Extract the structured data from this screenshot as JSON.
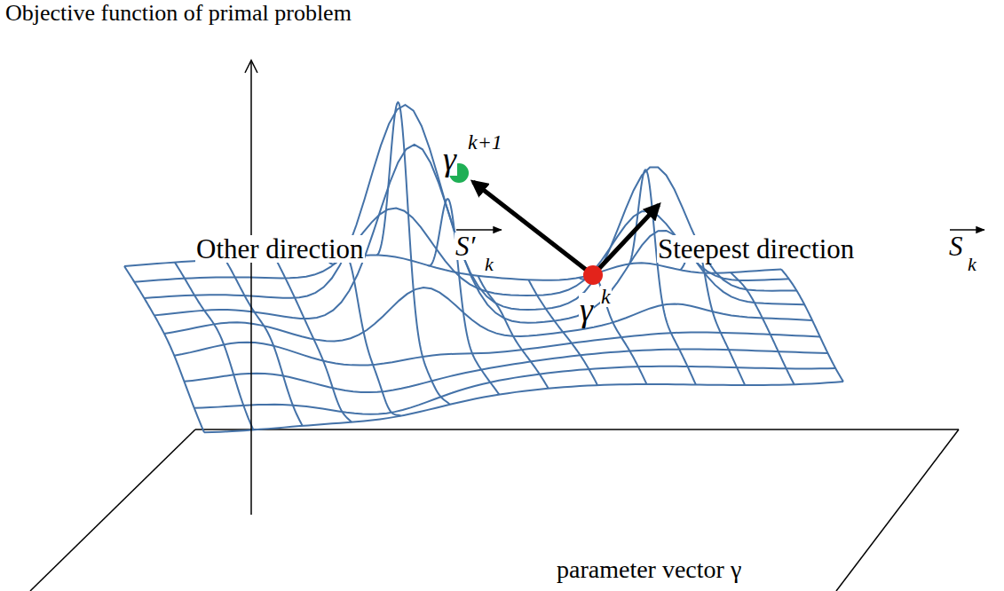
{
  "diagram": {
    "labels": [
      "Objective function of primal problem",
      "γ",
      "k+1",
      "Other direction",
      "S′",
      "k",
      "Steepest direction",
      "S",
      "k",
      "γ",
      "k",
      "parameter vector γ"
    ]
  }
}
